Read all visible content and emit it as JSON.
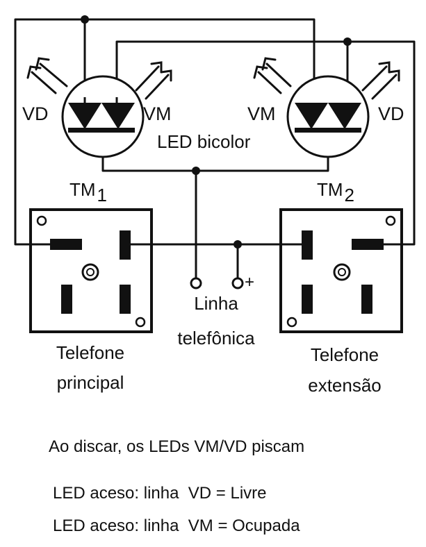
{
  "labels": {
    "vd_left": "VD",
    "vm_left": "VM",
    "vm_right": "VM",
    "vd_right": "VD",
    "led": "LED bicolor",
    "tm1": "TM",
    "tm1_sub": "1",
    "tm2": "TM",
    "tm2_sub": "2",
    "plus": "+",
    "line_1": "Linha",
    "line_2": "telefônica",
    "phone_left_1": "Telefone",
    "phone_left_2": "principal",
    "phone_right_1": "Telefone",
    "phone_right_2": "extensão"
  },
  "notes": [
    "Ao discar, os LEDs VM/VD piscam",
    "LED aceso: linha  VD = Livre",
    "LED aceso: linha  VM = Ocupada"
  ],
  "colors": {
    "ink": "#111111",
    "paper": "#ffffff"
  }
}
